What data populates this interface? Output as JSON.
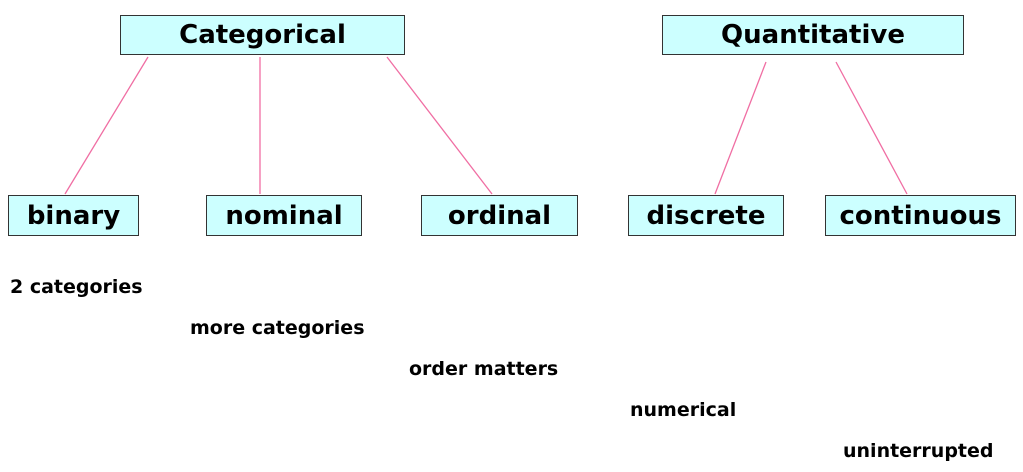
{
  "colors": {
    "box_fill": "#ccffff",
    "box_border": "#333333",
    "connector": "#f06ea3",
    "text": "#000000"
  },
  "groups": [
    {
      "label": "Categorical",
      "children": [
        "binary",
        "nominal",
        "ordinal"
      ]
    },
    {
      "label": "Quantitative",
      "children": [
        "discrete",
        "continuous"
      ]
    }
  ],
  "leaves": [
    {
      "label": "binary",
      "description": "2 categories"
    },
    {
      "label": "nominal",
      "description": "more categories"
    },
    {
      "label": "ordinal",
      "description": "order matters"
    },
    {
      "label": "discrete",
      "description": "numerical"
    },
    {
      "label": "continuous",
      "description": "uninterrupted"
    }
  ]
}
